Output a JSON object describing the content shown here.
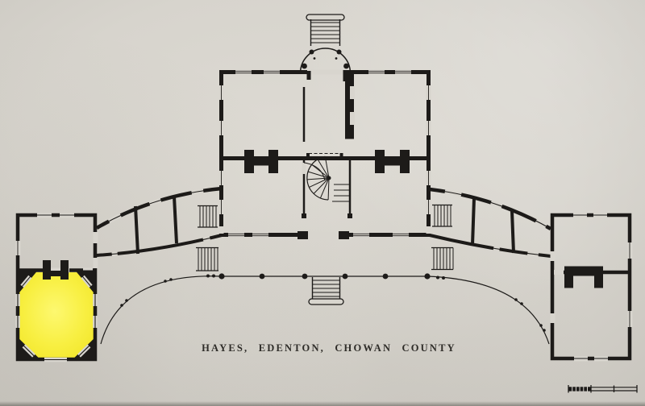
{
  "title": {
    "text": "HAYES, EDENTON, CHOWAN COUNTY"
  },
  "colors": {
    "paper": "#d8d5ce",
    "ink": "#1d1b19",
    "room_highlight_yellow": "#f5ec3a"
  },
  "drawing": {
    "kind": "measured-floor-plan",
    "highlighted_room": "octagonal-room-left-pavilion",
    "parts": [
      "north-entry-steps",
      "north-semicircular-portico",
      "main-house-block",
      "winder-stair-hall",
      "left-curved-wing",
      "right-curved-wing",
      "left-pavilion",
      "octagonal-room-highlighted",
      "right-pavilion",
      "south-curved-colonnade",
      "south-entry-steps",
      "graphic-scale-bar"
    ]
  }
}
